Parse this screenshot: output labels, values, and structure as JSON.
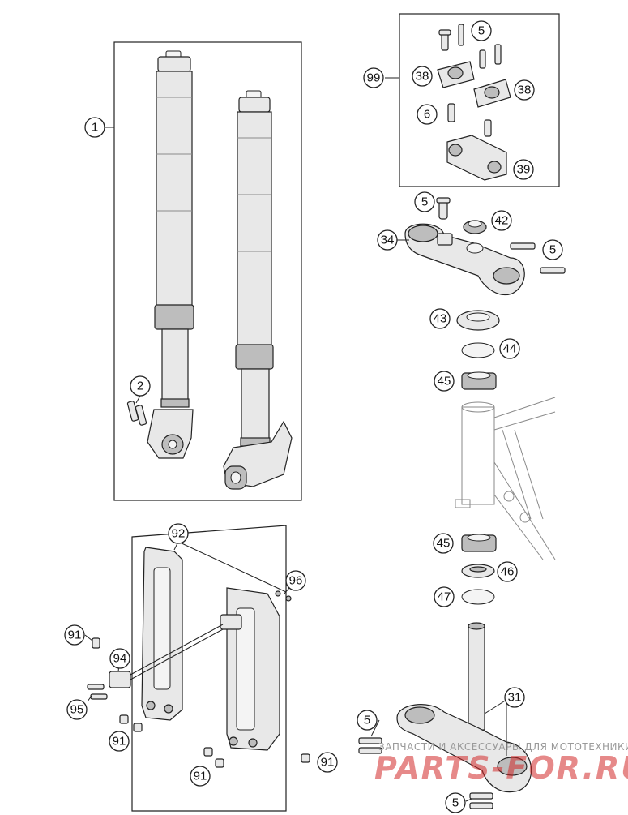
{
  "callouts": {
    "c1": "1",
    "c2": "2",
    "c5a": "5",
    "c99": "99",
    "c38a": "38",
    "c38b": "38",
    "c6": "6",
    "c39": "39",
    "c5b": "5",
    "c42": "42",
    "c34": "34",
    "c5c": "5",
    "c43": "43",
    "c44": "44",
    "c45a": "45",
    "c45b": "45",
    "c46": "46",
    "c47": "47",
    "c92": "92",
    "c96": "96",
    "c91a": "91",
    "c94": "94",
    "c95": "95",
    "c91b": "91",
    "c91c": "91",
    "c91d": "91",
    "c5d": "5",
    "c31": "31",
    "c5e": "5"
  },
  "watermark": {
    "caption": "ЗАПЧАСТИ И АКСЕССУАРЫ ДЛЯ МОТОТЕХНИКИ",
    "brand": "PARTS-FOR.RU"
  },
  "colors": {
    "line": "#222222",
    "part_fill": "#e8e8e8",
    "watermark_red": "#d22828"
  }
}
